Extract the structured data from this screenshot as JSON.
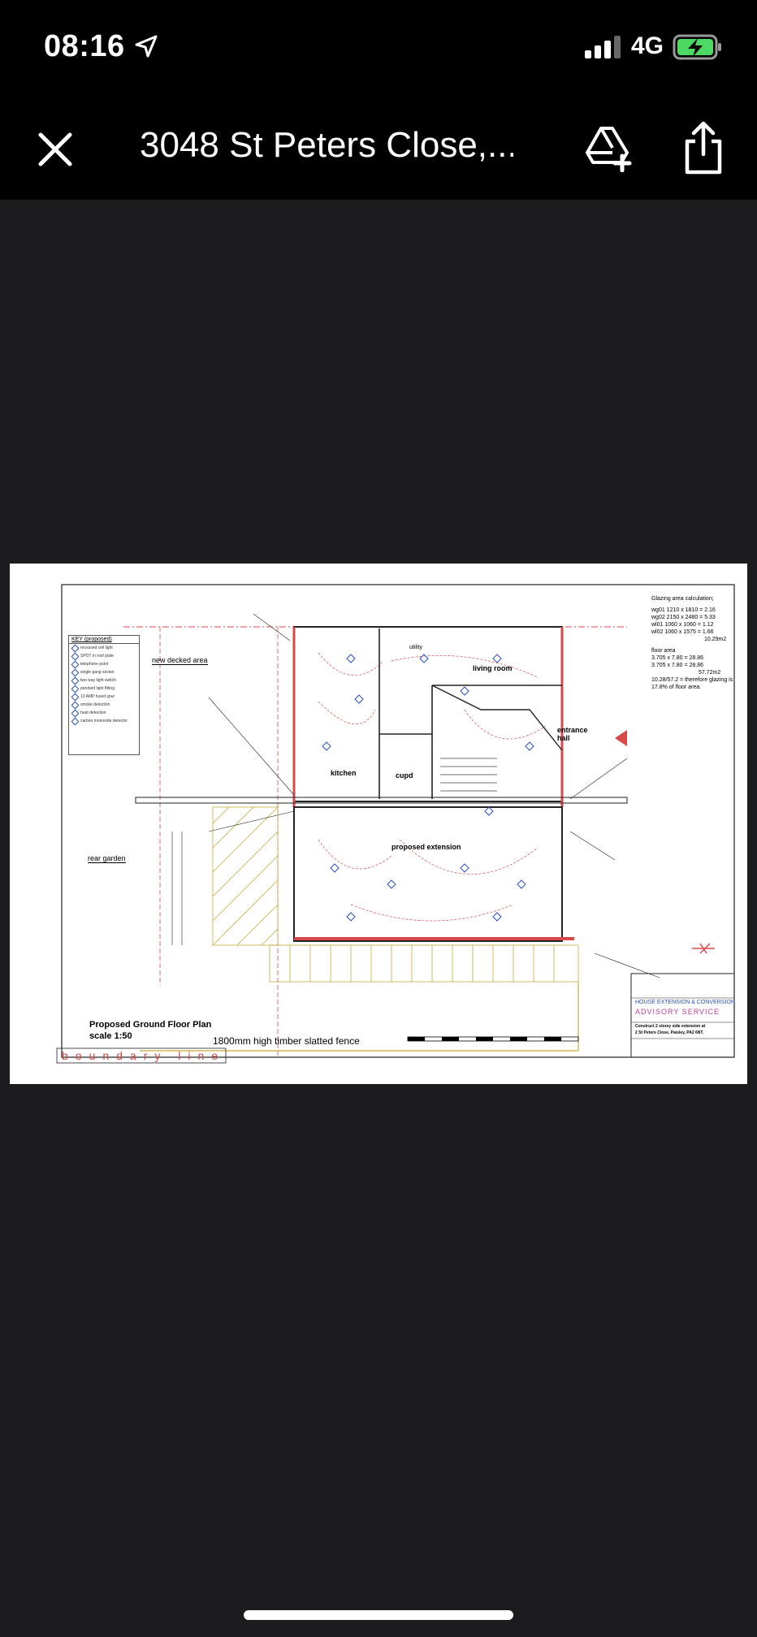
{
  "status_bar": {
    "time": "08:16",
    "network": "4G",
    "icons": [
      "location-arrow-icon",
      "signal-bars-icon",
      "battery-charging-icon"
    ]
  },
  "nav": {
    "title": "3048 St Peters Close,...",
    "icons": [
      "close-icon",
      "add-to-drive-icon",
      "share-icon"
    ]
  },
  "drawing": {
    "glazing_title": "Glazing area calculation;",
    "glazing_lines": [
      "wg01 1210 x 1810 = 2.16",
      "wg02 2150 x 2480 = 5.33",
      "wl01 1060 x 1060 = 1.12",
      "wl02 1060 x 1575 = 1.66",
      "10.29m2"
    ],
    "floor_area_title": "floor area",
    "floor_area_lines": [
      "3.705 x 7.80 = 28.86",
      "3.705 x 7.80 = 28.86",
      "57.72m2",
      "10.28/57.2 = therefore glazing is",
      "17.8% of floor area."
    ],
    "legend_title": "KEY (proposed)",
    "legend_items": [
      "recessed ceil light",
      "SPOT in roof plate",
      "telephone point",
      "single gang socket",
      "two way light switch",
      "pendant light fitting",
      "13 AMP fused spur",
      "smoke detection",
      "heat detection",
      "carbon monoxide detector"
    ],
    "room_labels": {
      "living": "living room",
      "entrance": "entrance\nhall",
      "kitchen": "kitchen",
      "cupd": "cupd",
      "utility": "utility",
      "extension": "proposed extension",
      "deck": "new decked area",
      "garden": "rear garden",
      "fence_note": "1800mm high timber slatted fence",
      "boundary": "boundary line",
      "plan_title": "Proposed Ground Floor Plan",
      "plan_scale": "scale 1:50"
    },
    "title_block": {
      "company_line1": "HOUSE EXTENSION & CONVERSION",
      "company_line2": "ADVISORY SERVICE",
      "project": "Construct 2 storey side extension at",
      "address": "2 St Peters Close, Paisley, PA2 6NT."
    },
    "colors": {
      "wall": "#d94848",
      "symbol": "#2550c0",
      "line": "#222222"
    }
  }
}
